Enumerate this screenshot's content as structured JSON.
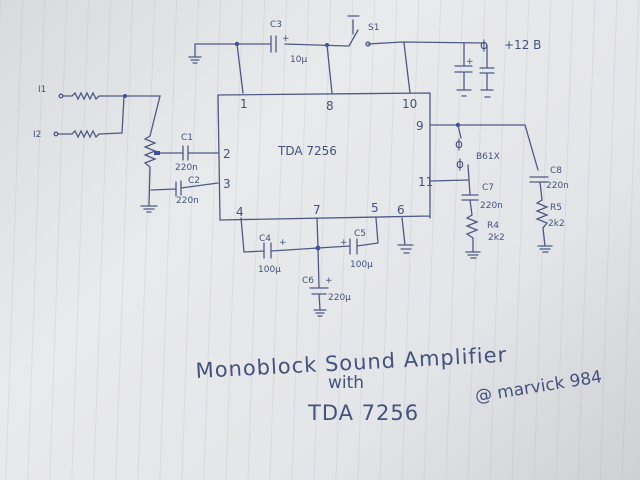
{
  "chip": {
    "name": "TDA 7256",
    "pins": {
      "p1": "1",
      "p2": "2",
      "p3": "3",
      "p4": "4",
      "p5": "5",
      "p6": "6",
      "p7": "7",
      "p8": "8",
      "p9": "9",
      "p10": "10",
      "p11": "11"
    }
  },
  "inputs": {
    "i1": "I1",
    "i2": "I2"
  },
  "components": {
    "c1": {
      "name": "C1",
      "value": "220n"
    },
    "c2": {
      "name": "C2",
      "value": "220n"
    },
    "c3": {
      "name": "C3",
      "value": "10µ"
    },
    "c4": {
      "name": "C4",
      "value": "100µ"
    },
    "c5": {
      "name": "C5",
      "value": "100µ"
    },
    "c6": {
      "name": "C6",
      "value": "220µ"
    },
    "c7": {
      "name": "C7",
      "value": "220n"
    },
    "c8": {
      "name": "C8",
      "value": "220n"
    },
    "r4": {
      "name": "R4",
      "value": "2k2"
    },
    "r5": {
      "name": "R5",
      "value": "2k2"
    },
    "s1": {
      "name": "S1"
    },
    "speaker": {
      "name": "B61X"
    }
  },
  "supply": "+12 B",
  "title": {
    "line1": "Monoblock Sound Amplifier",
    "line2": "with",
    "line3": "TDA 7256"
  },
  "signature": "@ marvick 984"
}
